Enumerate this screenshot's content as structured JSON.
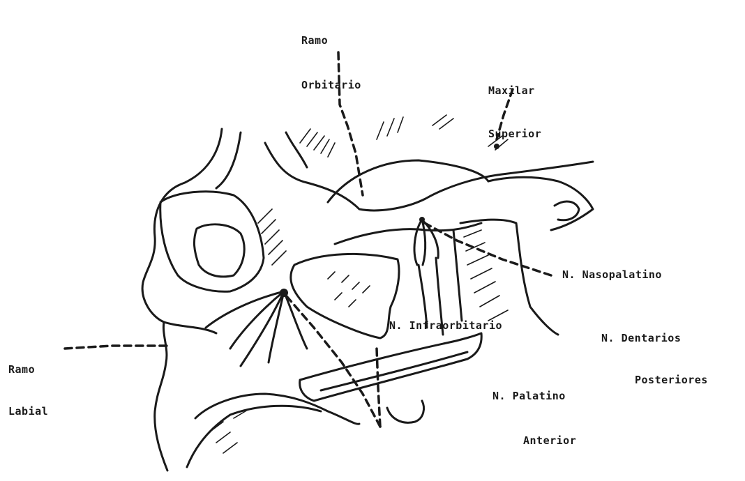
{
  "labels": {
    "ramo_orbitario": [
      "Ramo",
      "Orbitario"
    ],
    "maxilar_superior": [
      "Maxilar",
      "Superior"
    ],
    "nasopalatino": "N. Nasopalatino",
    "dentarios_posteriores": [
      "N. Dentarios",
      "Posteriores"
    ],
    "ramo_labial": [
      "Ramo",
      "Labial"
    ],
    "palatino_anterior": [
      "N. Palatino",
      "Anterior"
    ],
    "infraorbitario": "N. Infraorbitario"
  },
  "colors": {
    "ink": "#1a1a1a",
    "paper": "#ffffff"
  }
}
